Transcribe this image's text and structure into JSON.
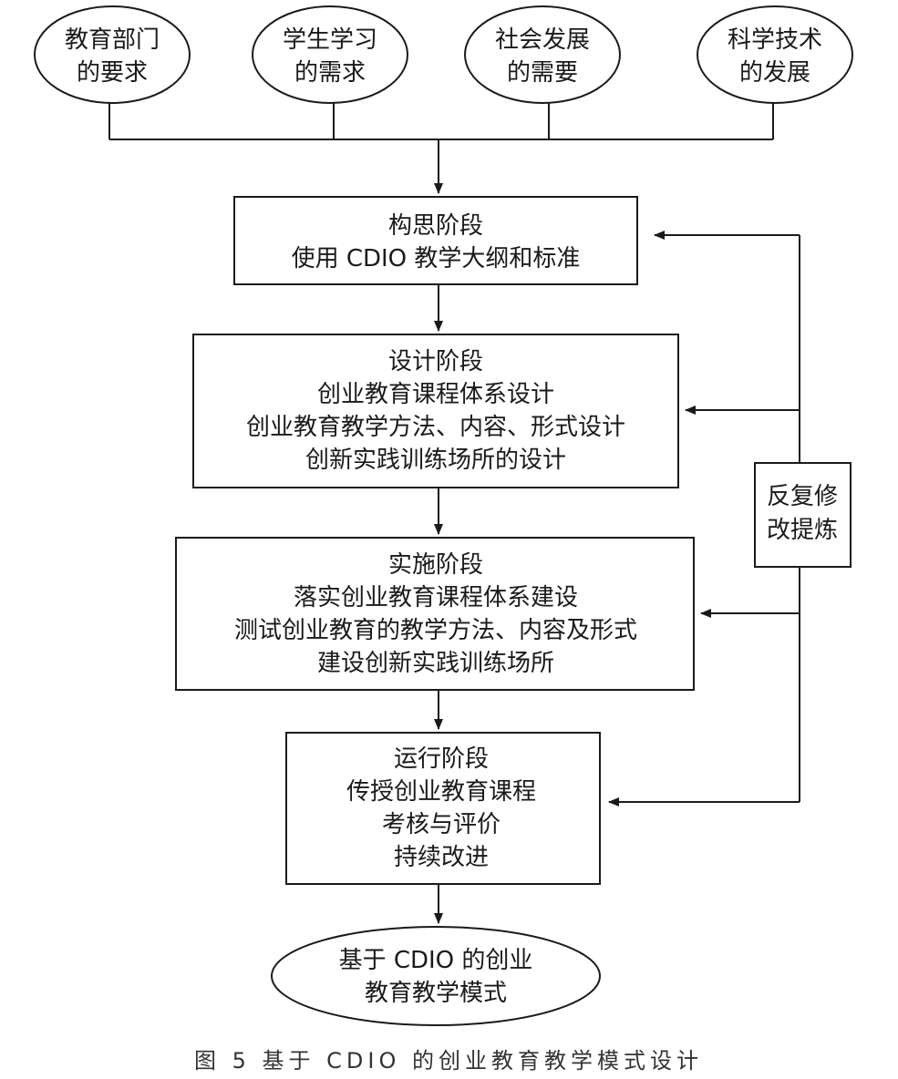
{
  "inputs": [
    {
      "id": "education-dept",
      "lines": [
        "教育部门",
        "的要求"
      ]
    },
    {
      "id": "student-learning",
      "lines": [
        "学生学习",
        "的需求"
      ]
    },
    {
      "id": "social-development",
      "lines": [
        "社会发展",
        "的需要"
      ]
    },
    {
      "id": "science-technology",
      "lines": [
        "科学技术",
        "的发展"
      ]
    }
  ],
  "stages": [
    {
      "id": "conceive",
      "title": "构思阶段",
      "lines": [
        "使用 CDIO 教学大纲和标准"
      ]
    },
    {
      "id": "design",
      "title": "设计阶段",
      "lines": [
        "创业教育课程体系设计",
        "创业教育教学方法、内容、形式设计",
        "创新实践训练场所的设计"
      ]
    },
    {
      "id": "implement",
      "title": "实施阶段",
      "lines": [
        "落实创业教育课程体系建设",
        "测试创业教育的教学方法、内容及形式",
        "建设创新实践训练场所"
      ]
    },
    {
      "id": "operate",
      "title": "运行阶段",
      "lines": [
        "传授创业教育课程",
        "考核与评价",
        "持续改进"
      ]
    }
  ],
  "feedback": {
    "lines": [
      "反复修",
      "改提炼"
    ]
  },
  "output": {
    "lines": [
      "基于 CDIO 的创业",
      "教育教学模式"
    ]
  },
  "caption": "图 5  基于 CDIO 的创业教育教学模式设计",
  "colors": {
    "stroke": "#1a1a1a",
    "text": "#1a1a1a",
    "caption": "#333333",
    "background": "#ffffff"
  }
}
